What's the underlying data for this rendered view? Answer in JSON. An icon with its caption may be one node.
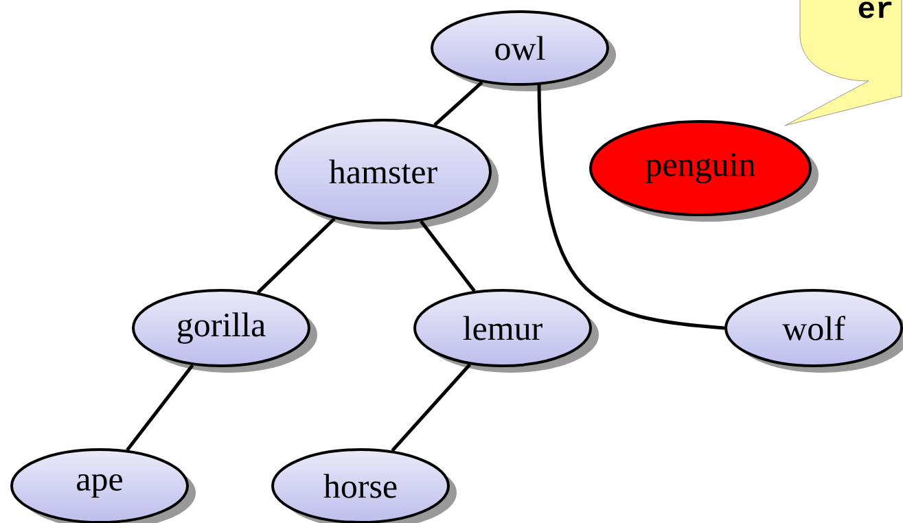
{
  "diagram": {
    "nodes": [
      {
        "text": [
          "owl"
        ]
      },
      {
        "text": [
          "hamster"
        ]
      },
      {
        "text": [
          "penguin"
        ]
      },
      {
        "text": [
          "gorilla"
        ]
      },
      {
        "text": [
          "lemur"
        ]
      },
      {
        "text": [
          "wolf"
        ]
      },
      {
        "text": [
          "ape"
        ]
      },
      {
        "text": [
          "horse"
        ]
      },
      {
        "text": [
          "er"
        ]
      }
    ],
    "edges": [
      {
        "from": 0,
        "to": 1,
        "arrow": "none"
      },
      {
        "from": 0,
        "to": 5,
        "arrow": "none"
      },
      {
        "from": 1,
        "to": 3,
        "arrow": "none"
      },
      {
        "from": 1,
        "to": 4,
        "arrow": "none"
      },
      {
        "from": 3,
        "to": 6,
        "arrow": "none"
      },
      {
        "from": 4,
        "to": 7,
        "arrow": "none"
      }
    ]
  }
}
